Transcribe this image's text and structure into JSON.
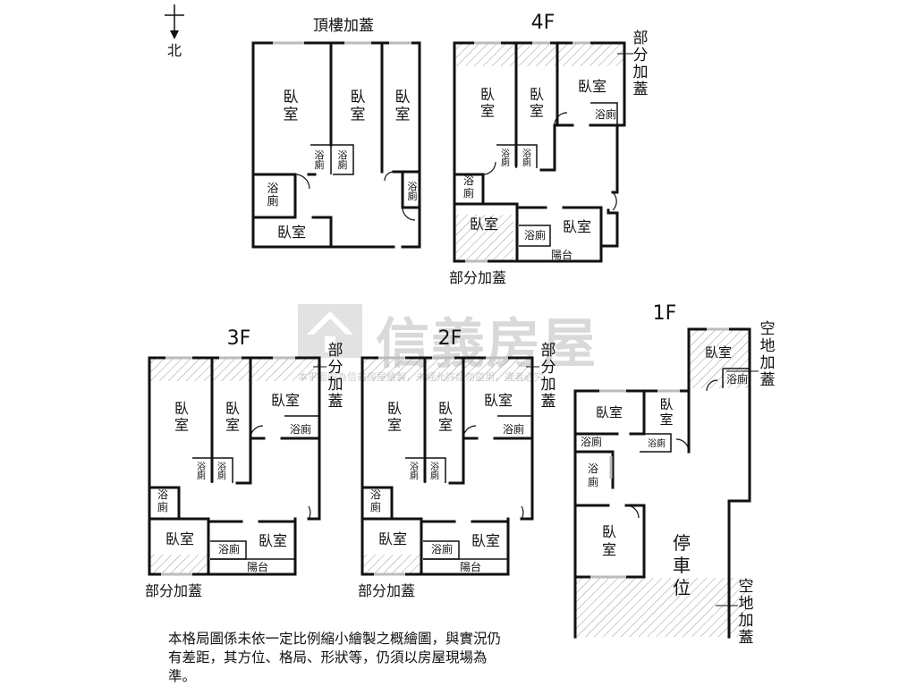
{
  "compass": {
    "north": "北"
  },
  "floors": {
    "roof": {
      "title": "頂樓加蓋",
      "rooms": {
        "bed1": "臥\n室",
        "bed2": "臥\n室",
        "bed3": "臥\n室",
        "bath1": "浴\n廁",
        "bath2": "浴\n廁",
        "bath3": "浴\n廁",
        "bath4": "浴\n廁",
        "bed4": "臥室"
      }
    },
    "f4": {
      "title": "4F",
      "rooms": {
        "bed1": "臥\n室",
        "bed2": "臥\n室",
        "bed3": "臥室",
        "bath3": "浴廁",
        "bath1": "浴\n廁",
        "bath2": "浴\n廁",
        "bath4": "浴\n廁",
        "bed4": "臥室",
        "bed5": "臥室",
        "bath5": "浴廁",
        "balcony": "陽台"
      },
      "notes": {
        "right": "部\n分\n加\n蓋",
        "bottom": "部分加蓋"
      }
    },
    "f3": {
      "title": "3F",
      "rooms": {
        "bed1": "臥\n室",
        "bed2": "臥\n室",
        "bed3": "臥室",
        "bath3": "浴廁",
        "bath1": "浴\n廁",
        "bath2": "浴\n廁",
        "bath4": "浴\n廁",
        "bed4": "臥室",
        "bed5": "臥室",
        "bath5": "浴廁",
        "balcony": "陽台"
      },
      "notes": {
        "right": "部\n分\n加\n蓋",
        "bottom": "部分加蓋"
      }
    },
    "f2": {
      "title": "2F",
      "rooms": {
        "bed1": "臥\n室",
        "bed2": "臥\n室",
        "bed3": "臥室",
        "bath3": "浴廁",
        "bath1": "浴\n廁",
        "bath2": "浴\n廁",
        "bath4": "浴\n廁",
        "bed4": "臥室",
        "bed5": "臥室",
        "bath5": "浴廁",
        "balcony": "陽台"
      },
      "notes": {
        "right": "部\n分\n加\n蓋",
        "bottom": "部分加蓋"
      }
    },
    "f1": {
      "title": "1F",
      "rooms": {
        "bed_top": "臥室",
        "bath_top": "浴廁",
        "bed1": "臥室",
        "bed2": "臥\n室",
        "bath1": "浴廁",
        "bath2": "浴廁",
        "bath3": "浴\n廁",
        "bed3": "臥\n室",
        "parking": "停\n車\n位"
      },
      "notes": {
        "top": "空\n地\n加\n蓋",
        "bottom": "空\n地\n加\n蓋"
      }
    }
  },
  "watermark": {
    "brand": "信義房屋",
    "sub": "本平面圖為信義房屋繪製，未經允許請勿盜用，違者必究"
  },
  "disclaimer": "本格局圖係未依一定比例縮小繪製之概繪圖，與實況仍有差距，其方位、格局、形狀等，仍須以房屋現場為準。"
}
